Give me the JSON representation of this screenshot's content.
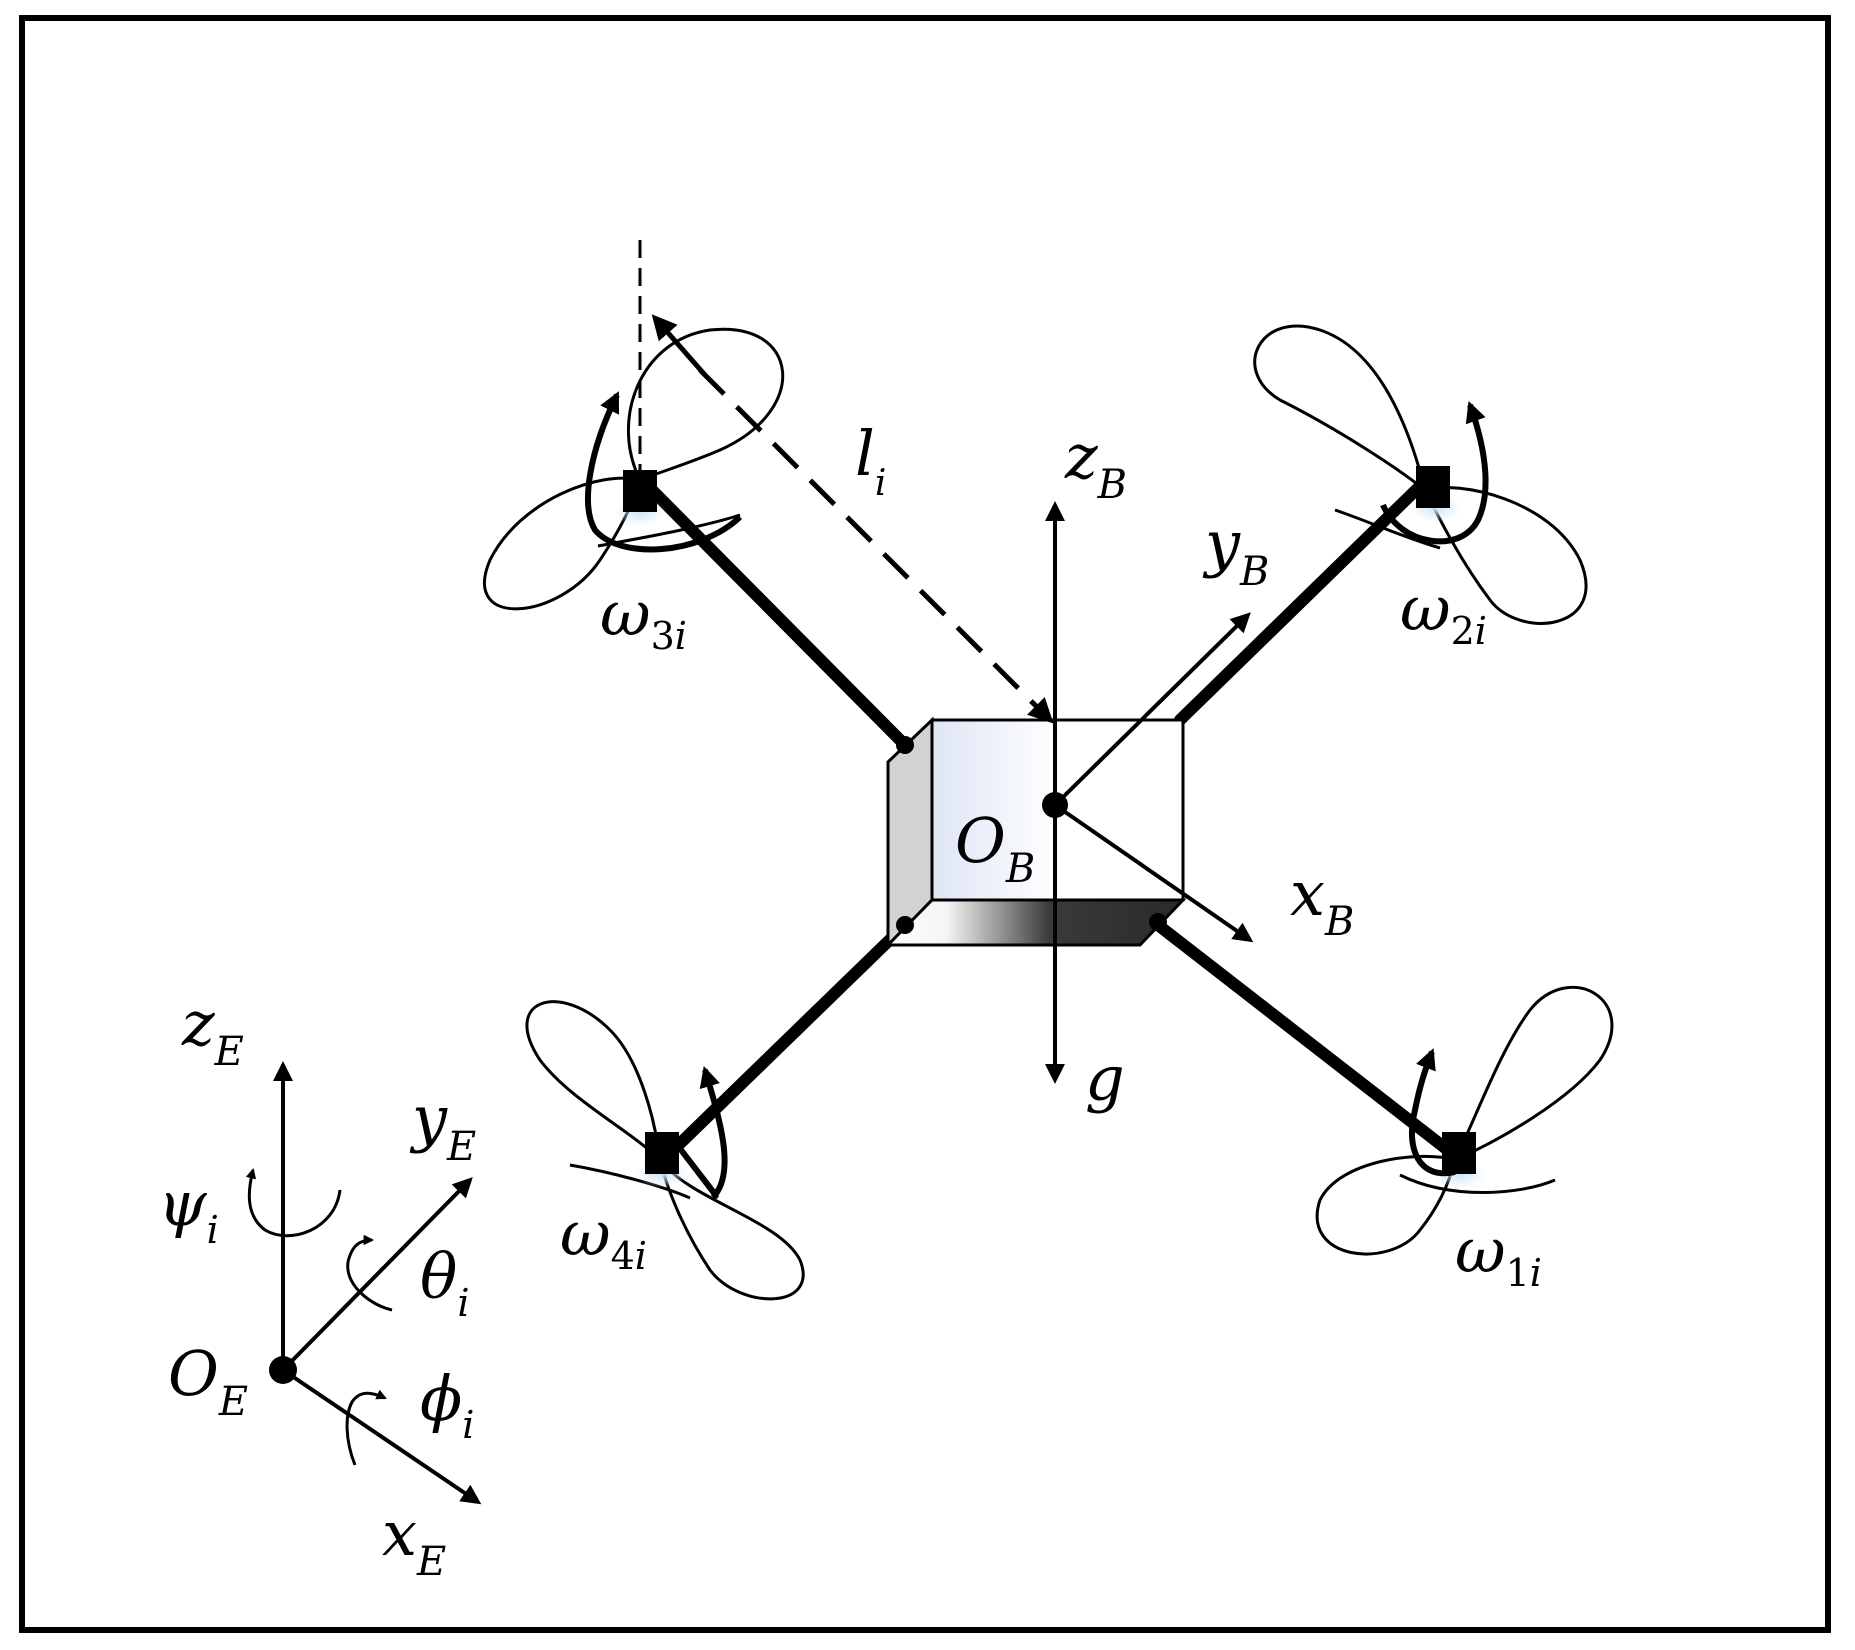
{
  "colors": {
    "stroke": "#000000",
    "body_face": "#eef1fb",
    "body_side": "#d2d2d2",
    "motor_glow": "#cfe6f6"
  },
  "labels": {
    "body_origin": {
      "main": "O",
      "sub": "B"
    },
    "body_z": {
      "main": "z",
      "sub": "B"
    },
    "body_y": {
      "main": "y",
      "sub": "B"
    },
    "body_x": {
      "main": "x",
      "sub": "B"
    },
    "gravity": {
      "main": "g"
    },
    "arm_length": {
      "main": "l",
      "sub": "i"
    },
    "earth_origin": {
      "main": "O",
      "sub": "E"
    },
    "earth_z": {
      "main": "z",
      "sub": "E"
    },
    "earth_y": {
      "main": "y",
      "sub": "E"
    },
    "earth_x": {
      "main": "x",
      "sub": "E"
    },
    "yaw": {
      "main": "ψ",
      "sub": "i"
    },
    "pitch": {
      "main": "θ",
      "sub": "i"
    },
    "roll": {
      "main": "ϕ",
      "sub": "i"
    }
  },
  "rotors": [
    {
      "main": "ω",
      "num": "1",
      "sub": "i"
    },
    {
      "main": "ω",
      "num": "2",
      "sub": "i"
    },
    {
      "main": "ω",
      "num": "3",
      "sub": "i"
    },
    {
      "main": "ω",
      "num": "4",
      "sub": "i"
    }
  ]
}
